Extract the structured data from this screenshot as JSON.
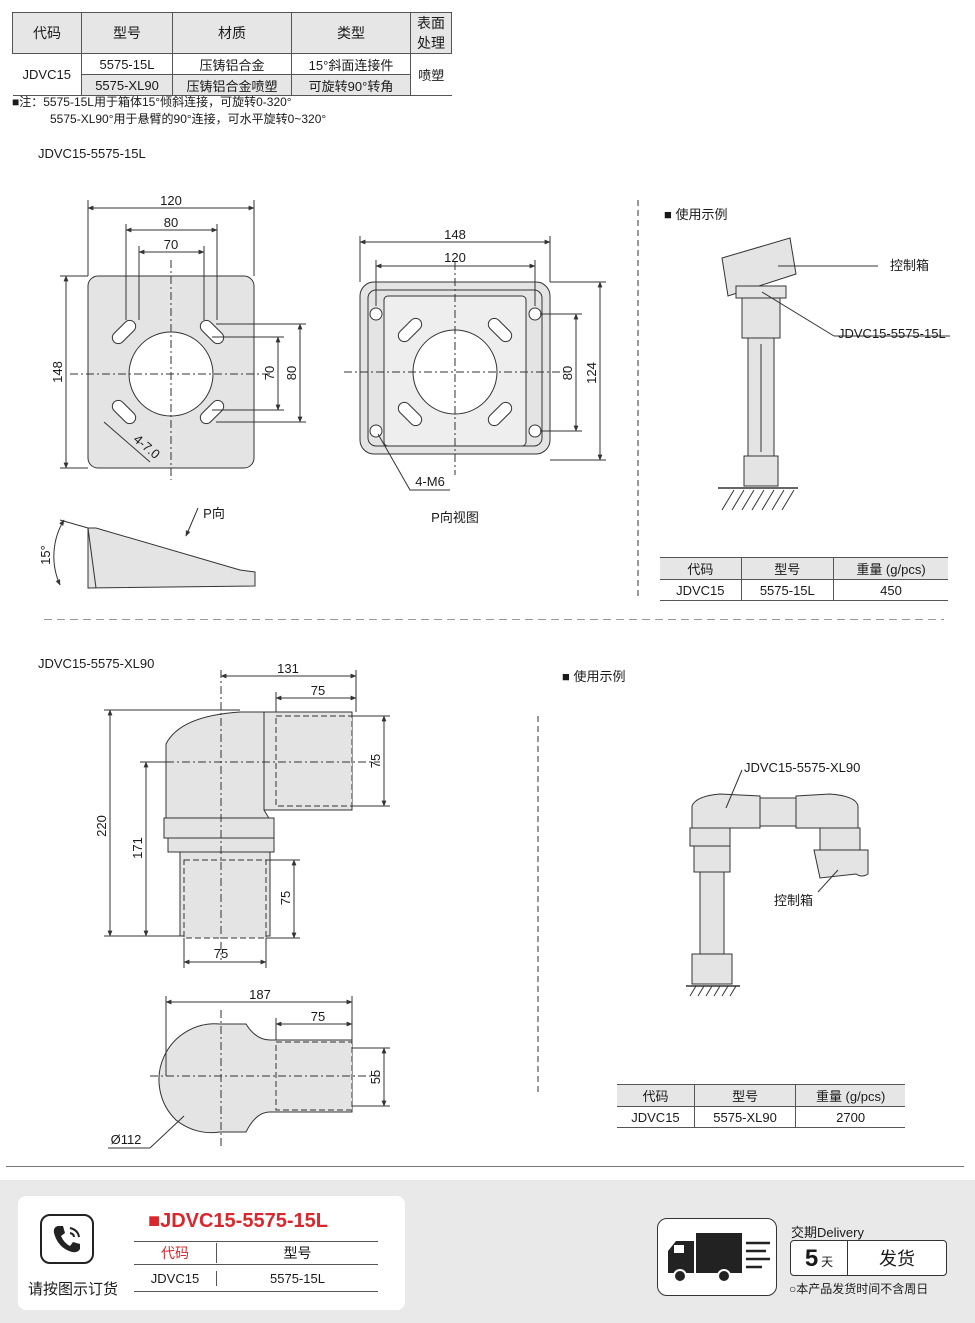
{
  "spec_table": {
    "headers": [
      "代码",
      "型号",
      "材质",
      "类型",
      "表面处理"
    ],
    "code": "JDVC15",
    "rows": [
      {
        "model": "5575-15L",
        "material": "压铸铝合金",
        "type": "15°斜面连接件"
      },
      {
        "model": "5575-XL90",
        "material": "压铸铝合金喷塑",
        "type": "可旋转90°转角"
      }
    ],
    "surface": "喷塑"
  },
  "notes": {
    "line1": "■注：5575-15L用于箱体15°倾斜连接，可旋转0-320°",
    "line2": "5575-XL90°用于悬臂的90°连接，可水平旋转0~320°"
  },
  "section1": {
    "title": "JDVC15-5575-15L",
    "dims_front": {
      "w_outer": "120",
      "w_mid": "80",
      "w_inner": "70",
      "h_outer": "148",
      "h_70": "70",
      "h_80": "80",
      "slot": "4-7.0"
    },
    "dims_p": {
      "w_outer": "148",
      "w_inner": "120",
      "h_80": "80",
      "h_124": "124",
      "thread": "4-M6"
    },
    "p_dir": "P向",
    "p_view": "P向视图",
    "angle": "15°",
    "example_title": "■ 使用示例",
    "example_box": "控制箱",
    "example_part": "JDVC15-5575-15L",
    "weight_table": {
      "headers": [
        "代码",
        "型号",
        "重量 (g/pcs)"
      ],
      "row": [
        "JDVC15",
        "5575-15L",
        "450"
      ]
    }
  },
  "section2": {
    "title": "JDVC15-5575-XL90",
    "dims_side": {
      "w131": "131",
      "w75_top": "75",
      "h75_right": "75",
      "h220": "220",
      "h171": "171",
      "h75_low": "75",
      "w75_bottom": "75"
    },
    "dims_top": {
      "w187": "187",
      "w75": "75",
      "h55": "55",
      "dia": "Ø112"
    },
    "example_title": "■ 使用示例",
    "example_part": "JDVC15-5575-XL90",
    "example_box": "控制箱",
    "weight_table": {
      "headers": [
        "代码",
        "型号",
        "重量 (g/pcs)"
      ],
      "row": [
        "JDVC15",
        "5575-XL90",
        "2700"
      ]
    }
  },
  "footer": {
    "order_text": "请按图示订货",
    "order_title": "■JDVC15-5575-15L",
    "order_headers": [
      "代码",
      "型号"
    ],
    "order_row": [
      "JDVC15",
      "5575-15L"
    ],
    "delivery_label": "交期Delivery",
    "days": "5",
    "days_unit": "天",
    "ship": "发货",
    "notice": "○本产品发货时间不含周日"
  },
  "colors": {
    "accent_red": "#d8282d",
    "part_fill": "#e4e4e4",
    "line": "#333333",
    "footer_bg": "#e9e9e9"
  }
}
